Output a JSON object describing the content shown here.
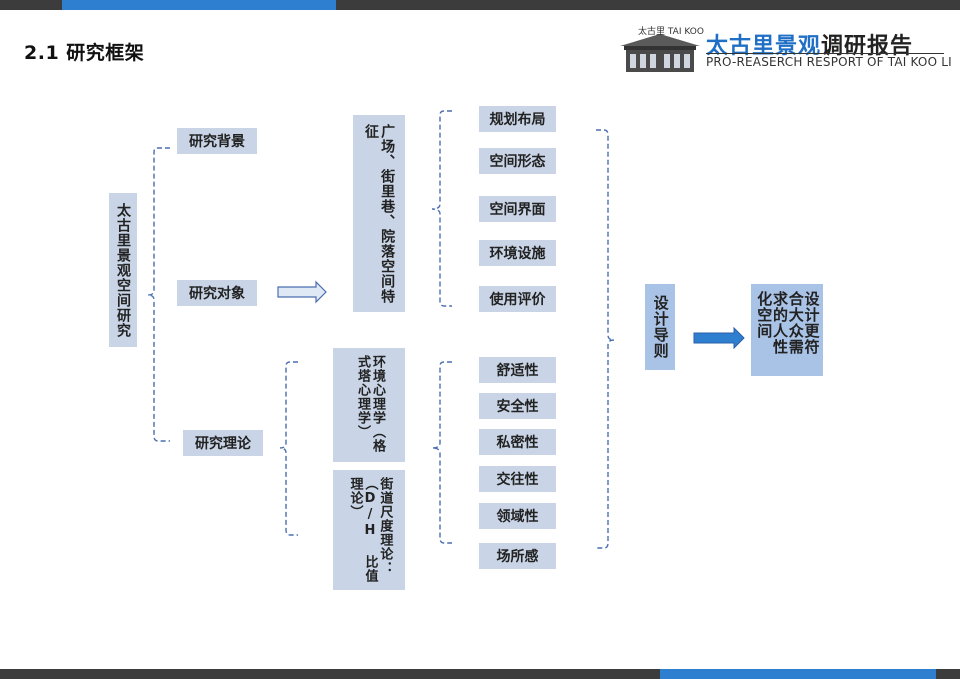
{
  "header": {
    "title": "2.1 研究框架",
    "logo_main_blue": "太古里景观",
    "logo_main_dark": "调研报告",
    "logo_sub": "PRO-REASERCH RESPORT OF TAI KOO LI",
    "logo_emblem_text": "太古里 TAI KOO LI"
  },
  "colors": {
    "accent": "#2f7fd0",
    "bar": "#3c3c3c",
    "box": "#c9d5e6",
    "line": "#4a6fb0"
  },
  "diagram": {
    "root": "太古里景观空间研究",
    "branches": {
      "background": "研究背景",
      "object": "研究对象",
      "theory": "研究理论"
    },
    "object_feature": "广场、街里巷、院落空间特征",
    "feature_items": [
      "规划布局",
      "空间形态",
      "空间界面",
      "环境设施",
      "使用评价"
    ],
    "theory_1": "环境心理学（格式塔心理学）",
    "theory_2": "街道尺度理论：（D/H 比值理论）",
    "theory_items": [
      "舒适性",
      "安全性",
      "私密性",
      "交往性",
      "领域性",
      "场所感"
    ],
    "guide": "设计导则",
    "goal": "设计更符合大众需求的人性化空间"
  }
}
